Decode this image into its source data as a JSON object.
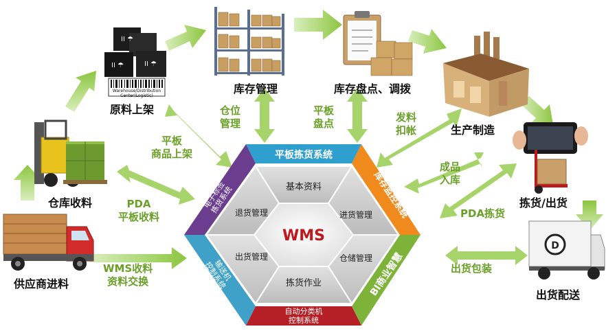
{
  "nodes": {
    "raw_material_shelving": "原料上架",
    "inventory_management": "库存管理",
    "inventory_count_transfer": "库存盘点、调拨",
    "production_manufacturing": "生产制造",
    "warehouse_receiving": "仓库收料",
    "picking_shipping": "拣货/出货",
    "supplier_incoming": "供应商进料",
    "shipping_delivery": "出货配送"
  },
  "box_labels": {
    "warehouse_tag_line1": "Warehouse/Distribution",
    "warehouse_tag_line2": "Center(Logistic)",
    "truck_letter": "D"
  },
  "flows": {
    "location_management": [
      "仓位",
      "管理"
    ],
    "tablet_count": [
      "平板",
      "盘点"
    ],
    "issue_deduct": [
      "发料",
      "扣帐"
    ],
    "tablet_shelving": [
      "平板",
      "商品上架"
    ],
    "finished_goods_in": [
      "成品",
      "入库"
    ],
    "pda_tablet_receiving": [
      "PDA",
      "平板收料"
    ],
    "pda_picking": [
      "PDA拣货"
    ],
    "wms_data_exchange": [
      "WMS收料",
      "资料交换"
    ],
    "shipping_packing": [
      "出货包装"
    ]
  },
  "hexagon": {
    "center": "WMS",
    "inner": {
      "basic_data": "基本资料",
      "inbound_management": "进货管理",
      "storage_management": "仓储管理",
      "picking_operation": "拣货作业",
      "outbound_management": "出货管理",
      "return_management": "退货管理"
    },
    "outer": {
      "top": "平板拣货系统",
      "top_right": "库存监控系统",
      "bottom_right": "BI商业智慧",
      "bottom_line1": "自动分类机",
      "bottom_line2": "控制系统",
      "bottom_left_line1": "输送机",
      "bottom_left_line2": "控制系统",
      "top_left_line1": "电子标签",
      "top_left_line2": "拣货系统"
    }
  },
  "colors": {
    "arrow_green": "#8cc63f",
    "label_green": "#6aa028",
    "top_band": "#2e9fcf",
    "top_right_band": "#f08a1c",
    "bottom_right_band": "#7eb33a",
    "bottom_band": "#b52026",
    "bottom_left_band": "#3fa0c8",
    "top_left_band": "#6a3d8f",
    "inner_grey": "#cfcfcf",
    "center_text": "#c0171d"
  }
}
